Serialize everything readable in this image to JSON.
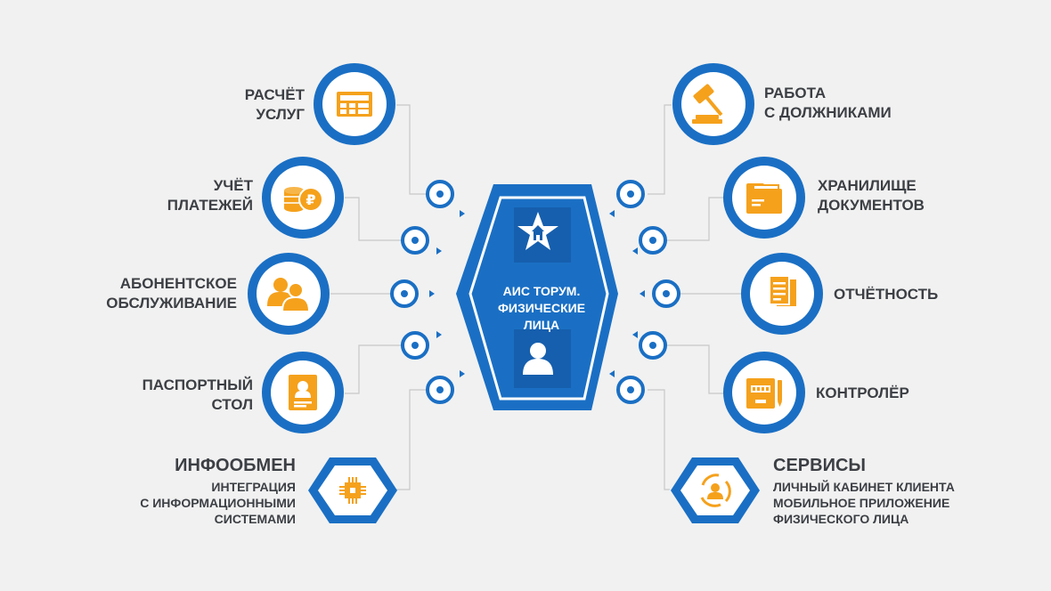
{
  "colors": {
    "blue": "#1a6fc4",
    "dark_blue": "#165fae",
    "orange": "#f5a11c",
    "background": "#f1f1f1",
    "text": "#3c3f44",
    "wire": "#c8c8c8"
  },
  "center": {
    "title": "АИС ТОРУМ.\nФИЗИЧЕСКИЕ\nЛИЦА",
    "top_icon": "star-house-icon",
    "bottom_icon": "user-icon"
  },
  "left_items": [
    {
      "label": "РАСЧЁТ\nУСЛУГ",
      "icon": "calculator-icon"
    },
    {
      "label": "УЧЁТ\nПЛАТЕЖЕЙ",
      "icon": "coins-ruble-icon"
    },
    {
      "label": "АБОНЕНТСКОЕ\nОБСЛУЖИВАНИЕ",
      "icon": "people-icon"
    },
    {
      "label": "ПАСПОРТНЫЙ\nСТОЛ",
      "icon": "id-card-icon"
    }
  ],
  "right_items": [
    {
      "label": "РАБОТА\nС ДОЛЖНИКАМИ",
      "icon": "gavel-icon"
    },
    {
      "label": "ХРАНИЛИЩЕ\nДОКУМЕНТОВ",
      "icon": "folder-icon"
    },
    {
      "label": "ОТЧЁТНОСТЬ",
      "icon": "reports-icon"
    },
    {
      "label": "КОНТРОЛЁР",
      "icon": "meter-icon"
    }
  ],
  "infoexchange": {
    "title": "ИНФООБМЕН",
    "subtitle": "ИНТЕГРАЦИЯ\nС ИНФОРМАЦИОННЫМИ\nСИСТЕМАМИ",
    "icon": "chip-icon"
  },
  "services": {
    "title": "СЕРВИСЫ",
    "subtitle": "ЛИЧНЫЙ КАБИНЕТ КЛИЕНТА\nМОБИЛЬНОЕ ПРИЛОЖЕНИЕ\nФИЗИЧЕСКОГО ЛИЦА",
    "icon": "person-cycle-icon"
  }
}
